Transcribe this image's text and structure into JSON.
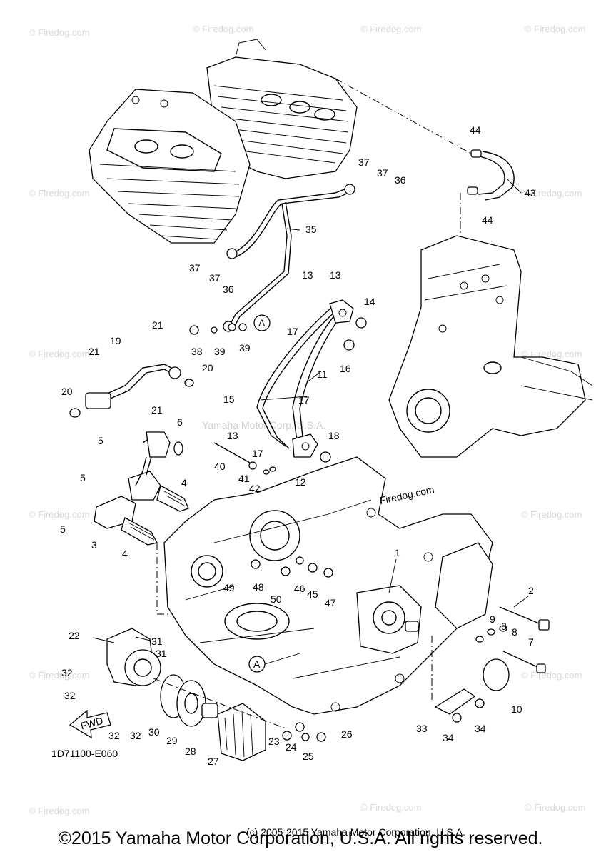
{
  "diagram_code": "1D71100-E060",
  "fwd_label": "FWD",
  "reference_a": "A",
  "center_watermark": "Yamaha Motor Corp. U.S.A.",
  "watermark_text": "© Firedog.com",
  "firedog_label": "Firedog.com",
  "footer_copyright": "©2015 Yamaha Motor Corporation, U.S.A. All rights reserved.",
  "small_print": "(c) 2005-2015 Yamaha Motor Corporation, U.S.A.",
  "callouts": [
    "1",
    "2",
    "3",
    "4",
    "4",
    "5",
    "5",
    "5",
    "6",
    "7",
    "8",
    "8",
    "9",
    "10",
    "11",
    "12",
    "13",
    "13",
    "13",
    "14",
    "15",
    "16",
    "17",
    "17",
    "17",
    "18",
    "19",
    "20",
    "20",
    "21",
    "21",
    "21",
    "22",
    "23",
    "24",
    "25",
    "26",
    "27",
    "28",
    "29",
    "30",
    "31",
    "31",
    "32",
    "32",
    "32",
    "32",
    "33",
    "34",
    "34",
    "35",
    "36",
    "36",
    "37",
    "37",
    "37",
    "37",
    "38",
    "39",
    "39",
    "40",
    "41",
    "42",
    "43",
    "44",
    "44",
    "45",
    "46",
    "47",
    "48",
    "49",
    "50"
  ]
}
